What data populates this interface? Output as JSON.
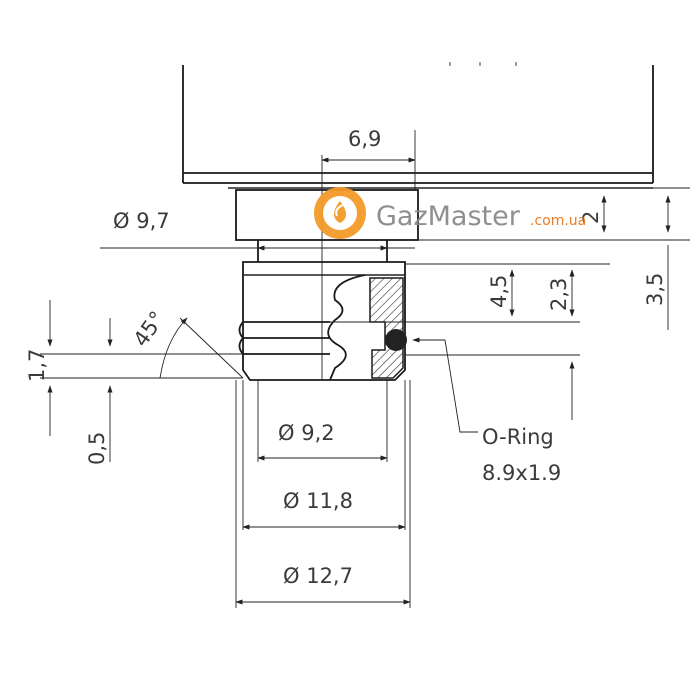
{
  "dimensions": {
    "width_top": "6,9",
    "diameter_97": "Ø  9,7",
    "diameter_92": "Ø  9,2",
    "diameter_118": "Ø  11,8",
    "diameter_127": "Ø  12,7",
    "height_2": "2",
    "height_35": "3,5",
    "height_45": "4,5",
    "height_23": "2,3",
    "height_17": "1,7",
    "height_05": "0,5",
    "angle_45": "45°"
  },
  "oring": {
    "label": "O-Ring",
    "size": "8.9x1.9"
  },
  "watermark": {
    "brand": "GazMaster",
    "domain": ".com.ua",
    "logo": "gear-flame-logo"
  }
}
